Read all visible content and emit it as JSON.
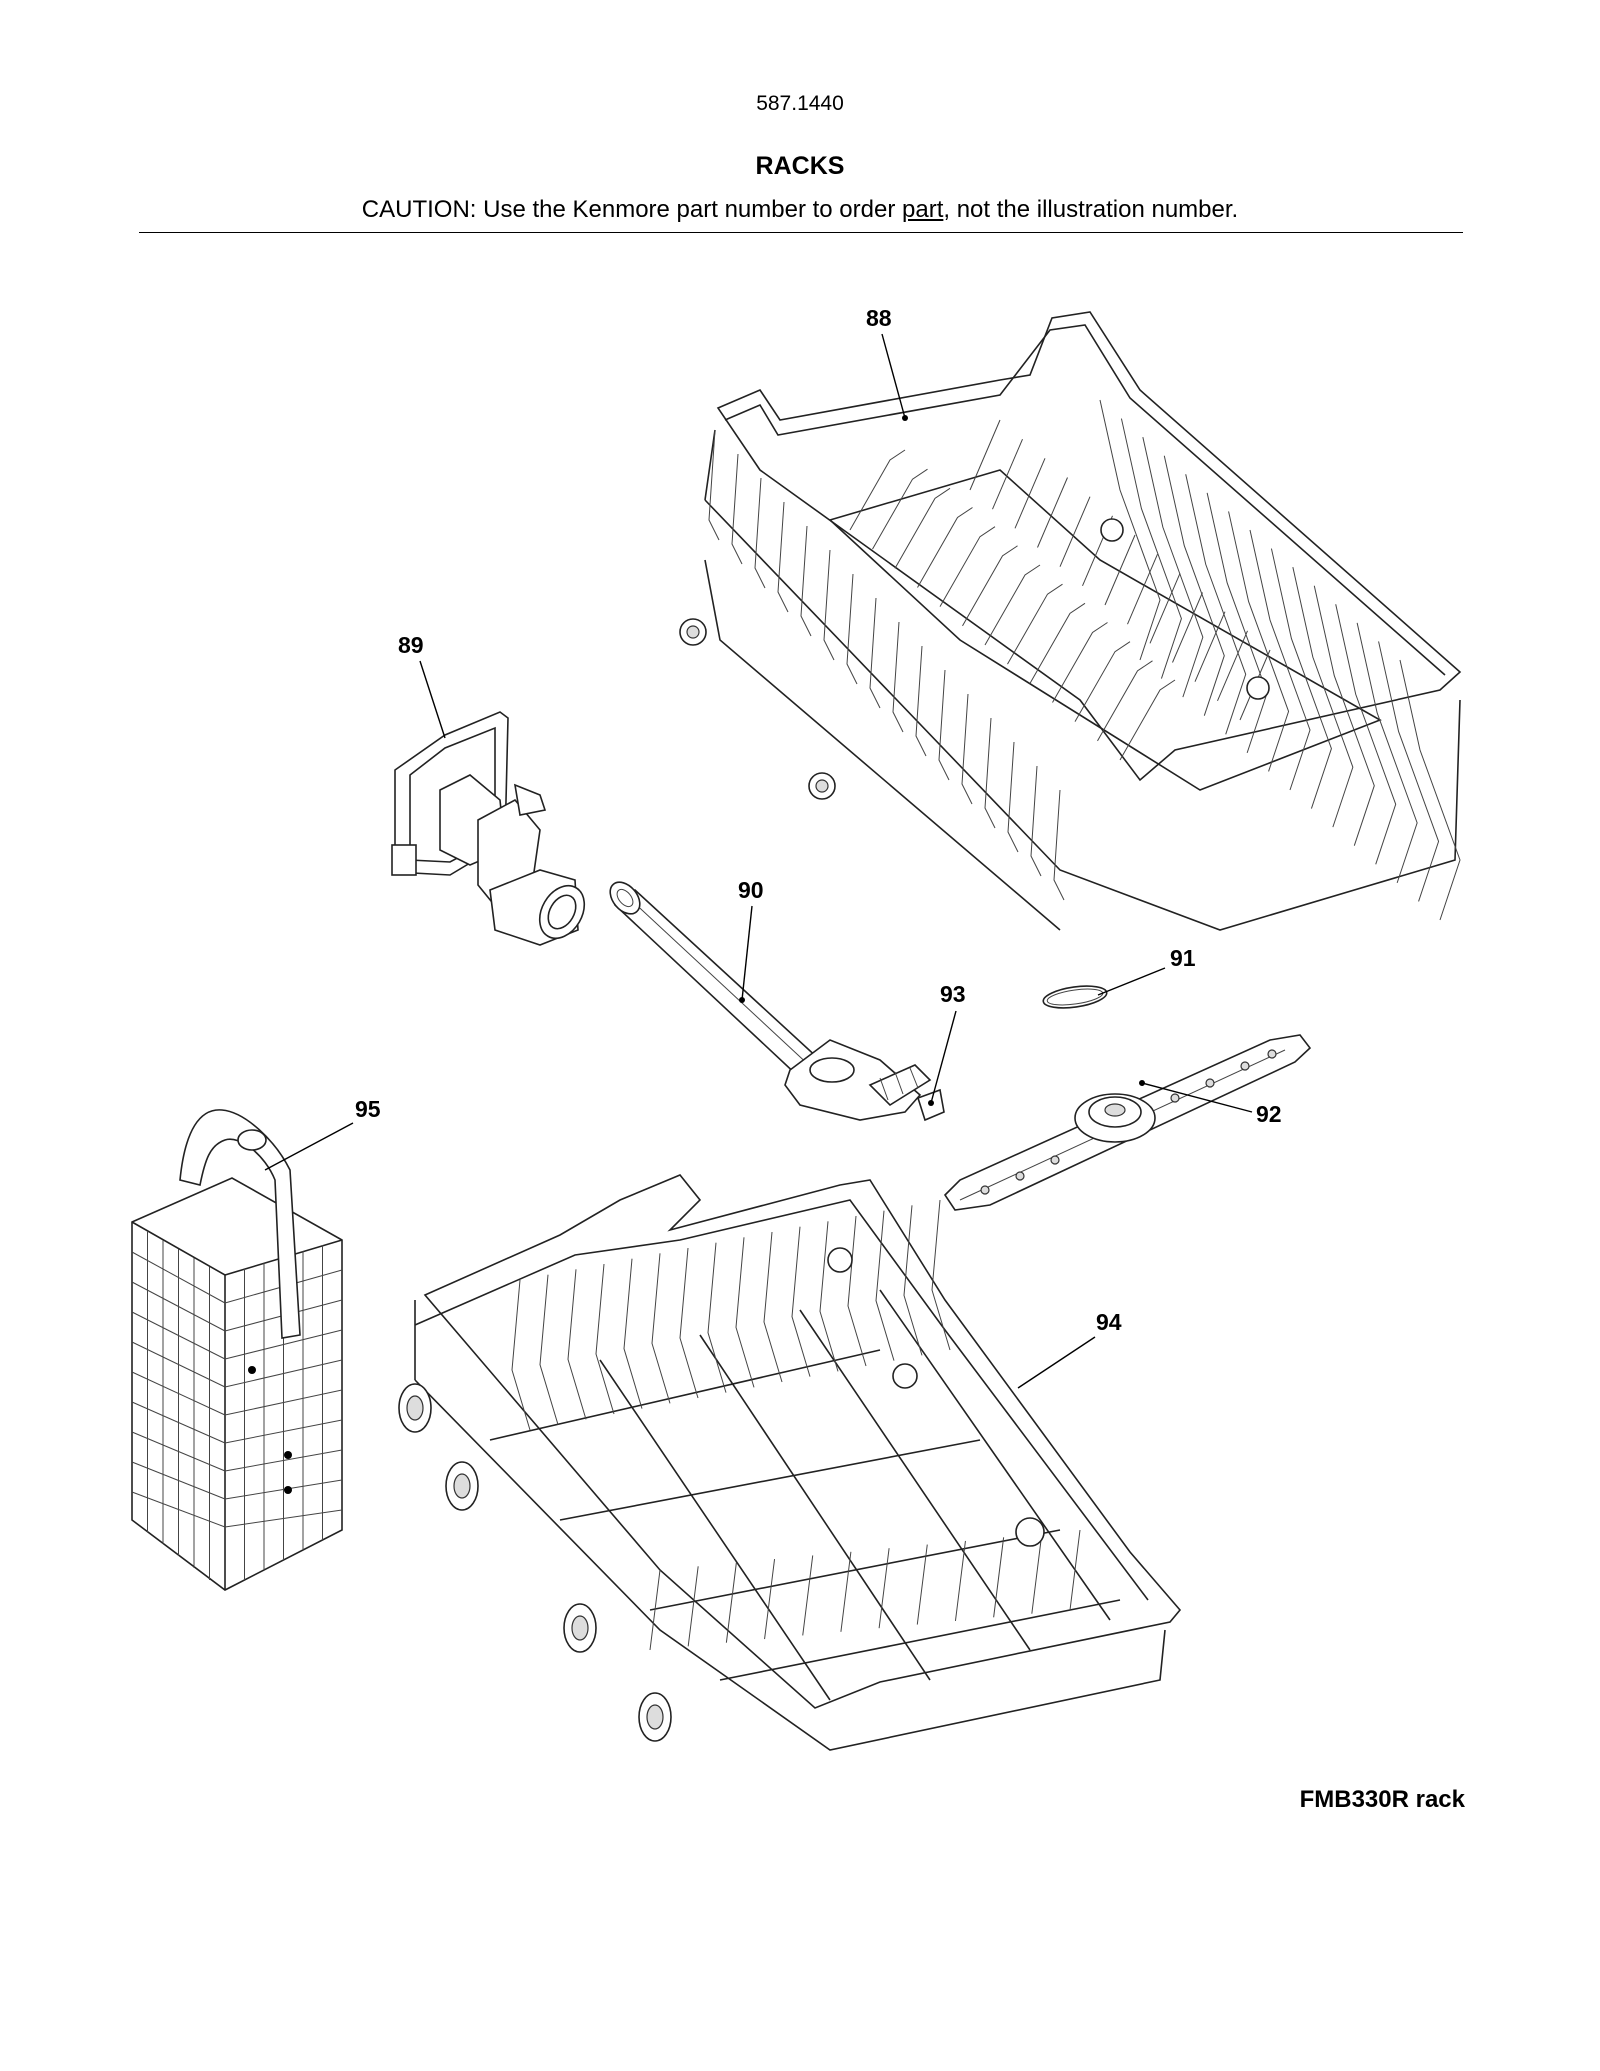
{
  "header": {
    "model_number": "587.1440",
    "section_title": "RACKS",
    "caution_before": "CAUTION: Use the Kenmore part number to order ",
    "caution_underlined": "part",
    "caution_after": ", not the illustration number."
  },
  "callouts": {
    "c88": "88",
    "c89": "89",
    "c90": "90",
    "c91": "91",
    "c92": "92",
    "c93": "93",
    "c94": "94",
    "c95": "95"
  },
  "footer": {
    "rack_label": "FMB330R rack"
  }
}
